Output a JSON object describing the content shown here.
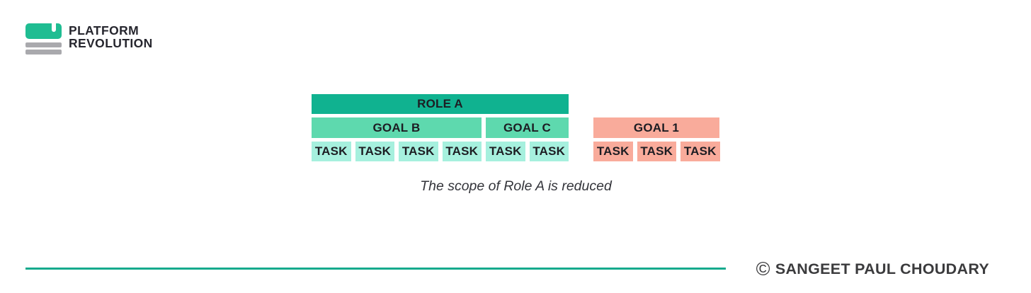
{
  "logo": {
    "line1": "PLATFORM",
    "line2": "REVOLUTION"
  },
  "diagram": {
    "role_label": "ROLE A",
    "goals": [
      {
        "label": "GOAL B",
        "task_count": 4,
        "color_group": "green"
      },
      {
        "label": "GOAL C",
        "task_count": 2,
        "color_group": "green"
      },
      {
        "label": "GOAL 1",
        "task_count": 3,
        "color_group": "salmon"
      }
    ],
    "task_label": "TASK",
    "caption": "The scope of Role A is reduced"
  },
  "footer": {
    "copyright_symbol": "©",
    "copyright_text": "SANGEET PAUL CHOUDARY"
  },
  "colors": {
    "role_bar": "#10b290",
    "goal_green": "#5ed9ae",
    "task_green": "#a6f0de",
    "goal_salmon": "#f9ab9b",
    "task_salmon": "#f9ab9b",
    "logo_teal": "#1fbd92",
    "logo_gray": "#a9a9ad",
    "divider_line": "#16aa8d",
    "brand_text": "#26262e",
    "label_text": "#1d1d23"
  }
}
